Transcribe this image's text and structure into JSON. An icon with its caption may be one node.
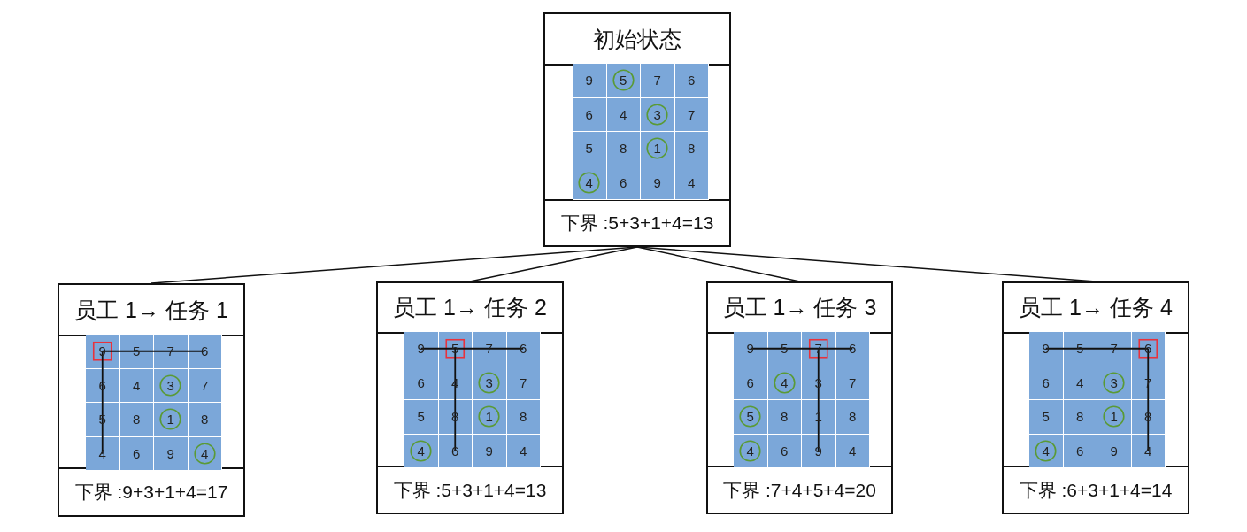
{
  "diagram": {
    "nodes": [
      {
        "text": [
          "初始状态",
          "下界 :5+3+1+4=13"
        ]
      },
      {
        "text": [
          "9"
        ],
        "in": 0
      },
      {
        "text": [
          "5"
        ],
        "in": 0
      },
      {
        "text": [
          "7"
        ],
        "in": 0
      },
      {
        "text": [
          "6"
        ],
        "in": 0
      },
      {
        "text": [
          "6"
        ],
        "in": 0
      },
      {
        "text": [
          "4"
        ],
        "in": 0
      },
      {
        "text": [
          "3"
        ],
        "in": 0
      },
      {
        "text": [
          "7"
        ],
        "in": 0
      },
      {
        "text": [
          "5"
        ],
        "in": 0
      },
      {
        "text": [
          "8"
        ],
        "in": 0
      },
      {
        "text": [
          "1"
        ],
        "in": 0
      },
      {
        "text": [
          "8"
        ],
        "in": 0
      },
      {
        "text": [
          "4"
        ],
        "in": 0
      },
      {
        "text": [
          "6"
        ],
        "in": 0
      },
      {
        "text": [
          "9"
        ],
        "in": 0
      },
      {
        "text": [
          "4"
        ],
        "in": 0
      },
      {
        "text": [
          "员工 1→ 任务 1",
          "下界 :9+3+1+4=17"
        ]
      },
      {
        "text": [
          "9"
        ],
        "in": 17
      },
      {
        "text": [
          "5"
        ],
        "in": 17
      },
      {
        "text": [
          "7"
        ],
        "in": 17
      },
      {
        "text": [
          "6"
        ],
        "in": 17
      },
      {
        "text": [
          "6"
        ],
        "in": 17
      },
      {
        "text": [
          "4"
        ],
        "in": 17
      },
      {
        "text": [
          "3"
        ],
        "in": 17
      },
      {
        "text": [
          "7"
        ],
        "in": 17
      },
      {
        "text": [
          "5"
        ],
        "in": 17
      },
      {
        "text": [
          "8"
        ],
        "in": 17
      },
      {
        "text": [
          "1"
        ],
        "in": 17
      },
      {
        "text": [
          "8"
        ],
        "in": 17
      },
      {
        "text": [
          "4"
        ],
        "in": 17
      },
      {
        "text": [
          "6"
        ],
        "in": 17
      },
      {
        "text": [
          "9"
        ],
        "in": 17
      },
      {
        "text": [
          "4"
        ],
        "in": 17
      },
      {
        "text": [
          "员工 1→ 任务 2",
          "下界 :5+3+1+4=13"
        ]
      },
      {
        "text": [
          "9"
        ],
        "in": 34
      },
      {
        "text": [
          "5"
        ],
        "in": 34
      },
      {
        "text": [
          "7"
        ],
        "in": 34
      },
      {
        "text": [
          "6"
        ],
        "in": 34
      },
      {
        "text": [
          "6"
        ],
        "in": 34
      },
      {
        "text": [
          "4"
        ],
        "in": 34
      },
      {
        "text": [
          "3"
        ],
        "in": 34
      },
      {
        "text": [
          "7"
        ],
        "in": 34
      },
      {
        "text": [
          "5"
        ],
        "in": 34
      },
      {
        "text": [
          "8"
        ],
        "in": 34
      },
      {
        "text": [
          "1"
        ],
        "in": 34
      },
      {
        "text": [
          "8"
        ],
        "in": 34
      },
      {
        "text": [
          "4"
        ],
        "in": 34
      },
      {
        "text": [
          "6"
        ],
        "in": 34
      },
      {
        "text": [
          "9"
        ],
        "in": 34
      },
      {
        "text": [
          "4"
        ],
        "in": 34
      },
      {
        "text": [
          "员工 1→ 任务 3",
          "下界 :7+4+5+4=20"
        ]
      },
      {
        "text": [
          "9"
        ],
        "in": 51
      },
      {
        "text": [
          "5"
        ],
        "in": 51
      },
      {
        "text": [
          "7"
        ],
        "in": 51
      },
      {
        "text": [
          "6"
        ],
        "in": 51
      },
      {
        "text": [
          "6"
        ],
        "in": 51
      },
      {
        "text": [
          "4"
        ],
        "in": 51
      },
      {
        "text": [
          "3"
        ],
        "in": 51
      },
      {
        "text": [
          "7"
        ],
        "in": 51
      },
      {
        "text": [
          "5"
        ],
        "in": 51
      },
      {
        "text": [
          "8"
        ],
        "in": 51
      },
      {
        "text": [
          "1"
        ],
        "in": 51
      },
      {
        "text": [
          "8"
        ],
        "in": 51
      },
      {
        "text": [
          "4"
        ],
        "in": 51
      },
      {
        "text": [
          "6"
        ],
        "in": 51
      },
      {
        "text": [
          "9"
        ],
        "in": 51
      },
      {
        "text": [
          "4"
        ],
        "in": 51
      },
      {
        "text": [
          "员工 1→ 任务 4",
          "下界 :6+3+1+4=14"
        ]
      },
      {
        "text": [
          "9"
        ],
        "in": 68
      },
      {
        "text": [
          "5"
        ],
        "in": 68
      },
      {
        "text": [
          "7"
        ],
        "in": 68
      },
      {
        "text": [
          "6"
        ],
        "in": 68
      },
      {
        "text": [
          "6"
        ],
        "in": 68
      },
      {
        "text": [
          "4"
        ],
        "in": 68
      },
      {
        "text": [
          "3"
        ],
        "in": 68
      },
      {
        "text": [
          "7"
        ],
        "in": 68
      },
      {
        "text": [
          "5"
        ],
        "in": 68
      },
      {
        "text": [
          "8"
        ],
        "in": 68
      },
      {
        "text": [
          "1"
        ],
        "in": 68
      },
      {
        "text": [
          "8"
        ],
        "in": 68
      },
      {
        "text": [
          "4"
        ],
        "in": 68
      },
      {
        "text": [
          "6"
        ],
        "in": 68
      },
      {
        "text": [
          "9"
        ],
        "in": 68
      },
      {
        "text": [
          "4"
        ],
        "in": 68
      }
    ],
    "edges": [
      {
        "from": 0,
        "to": 17,
        "arrow": "none"
      },
      {
        "from": 0,
        "to": 34,
        "arrow": "none"
      },
      {
        "from": 0,
        "to": 51,
        "arrow": "none"
      },
      {
        "from": 0,
        "to": 68,
        "arrow": "none"
      }
    ]
  }
}
